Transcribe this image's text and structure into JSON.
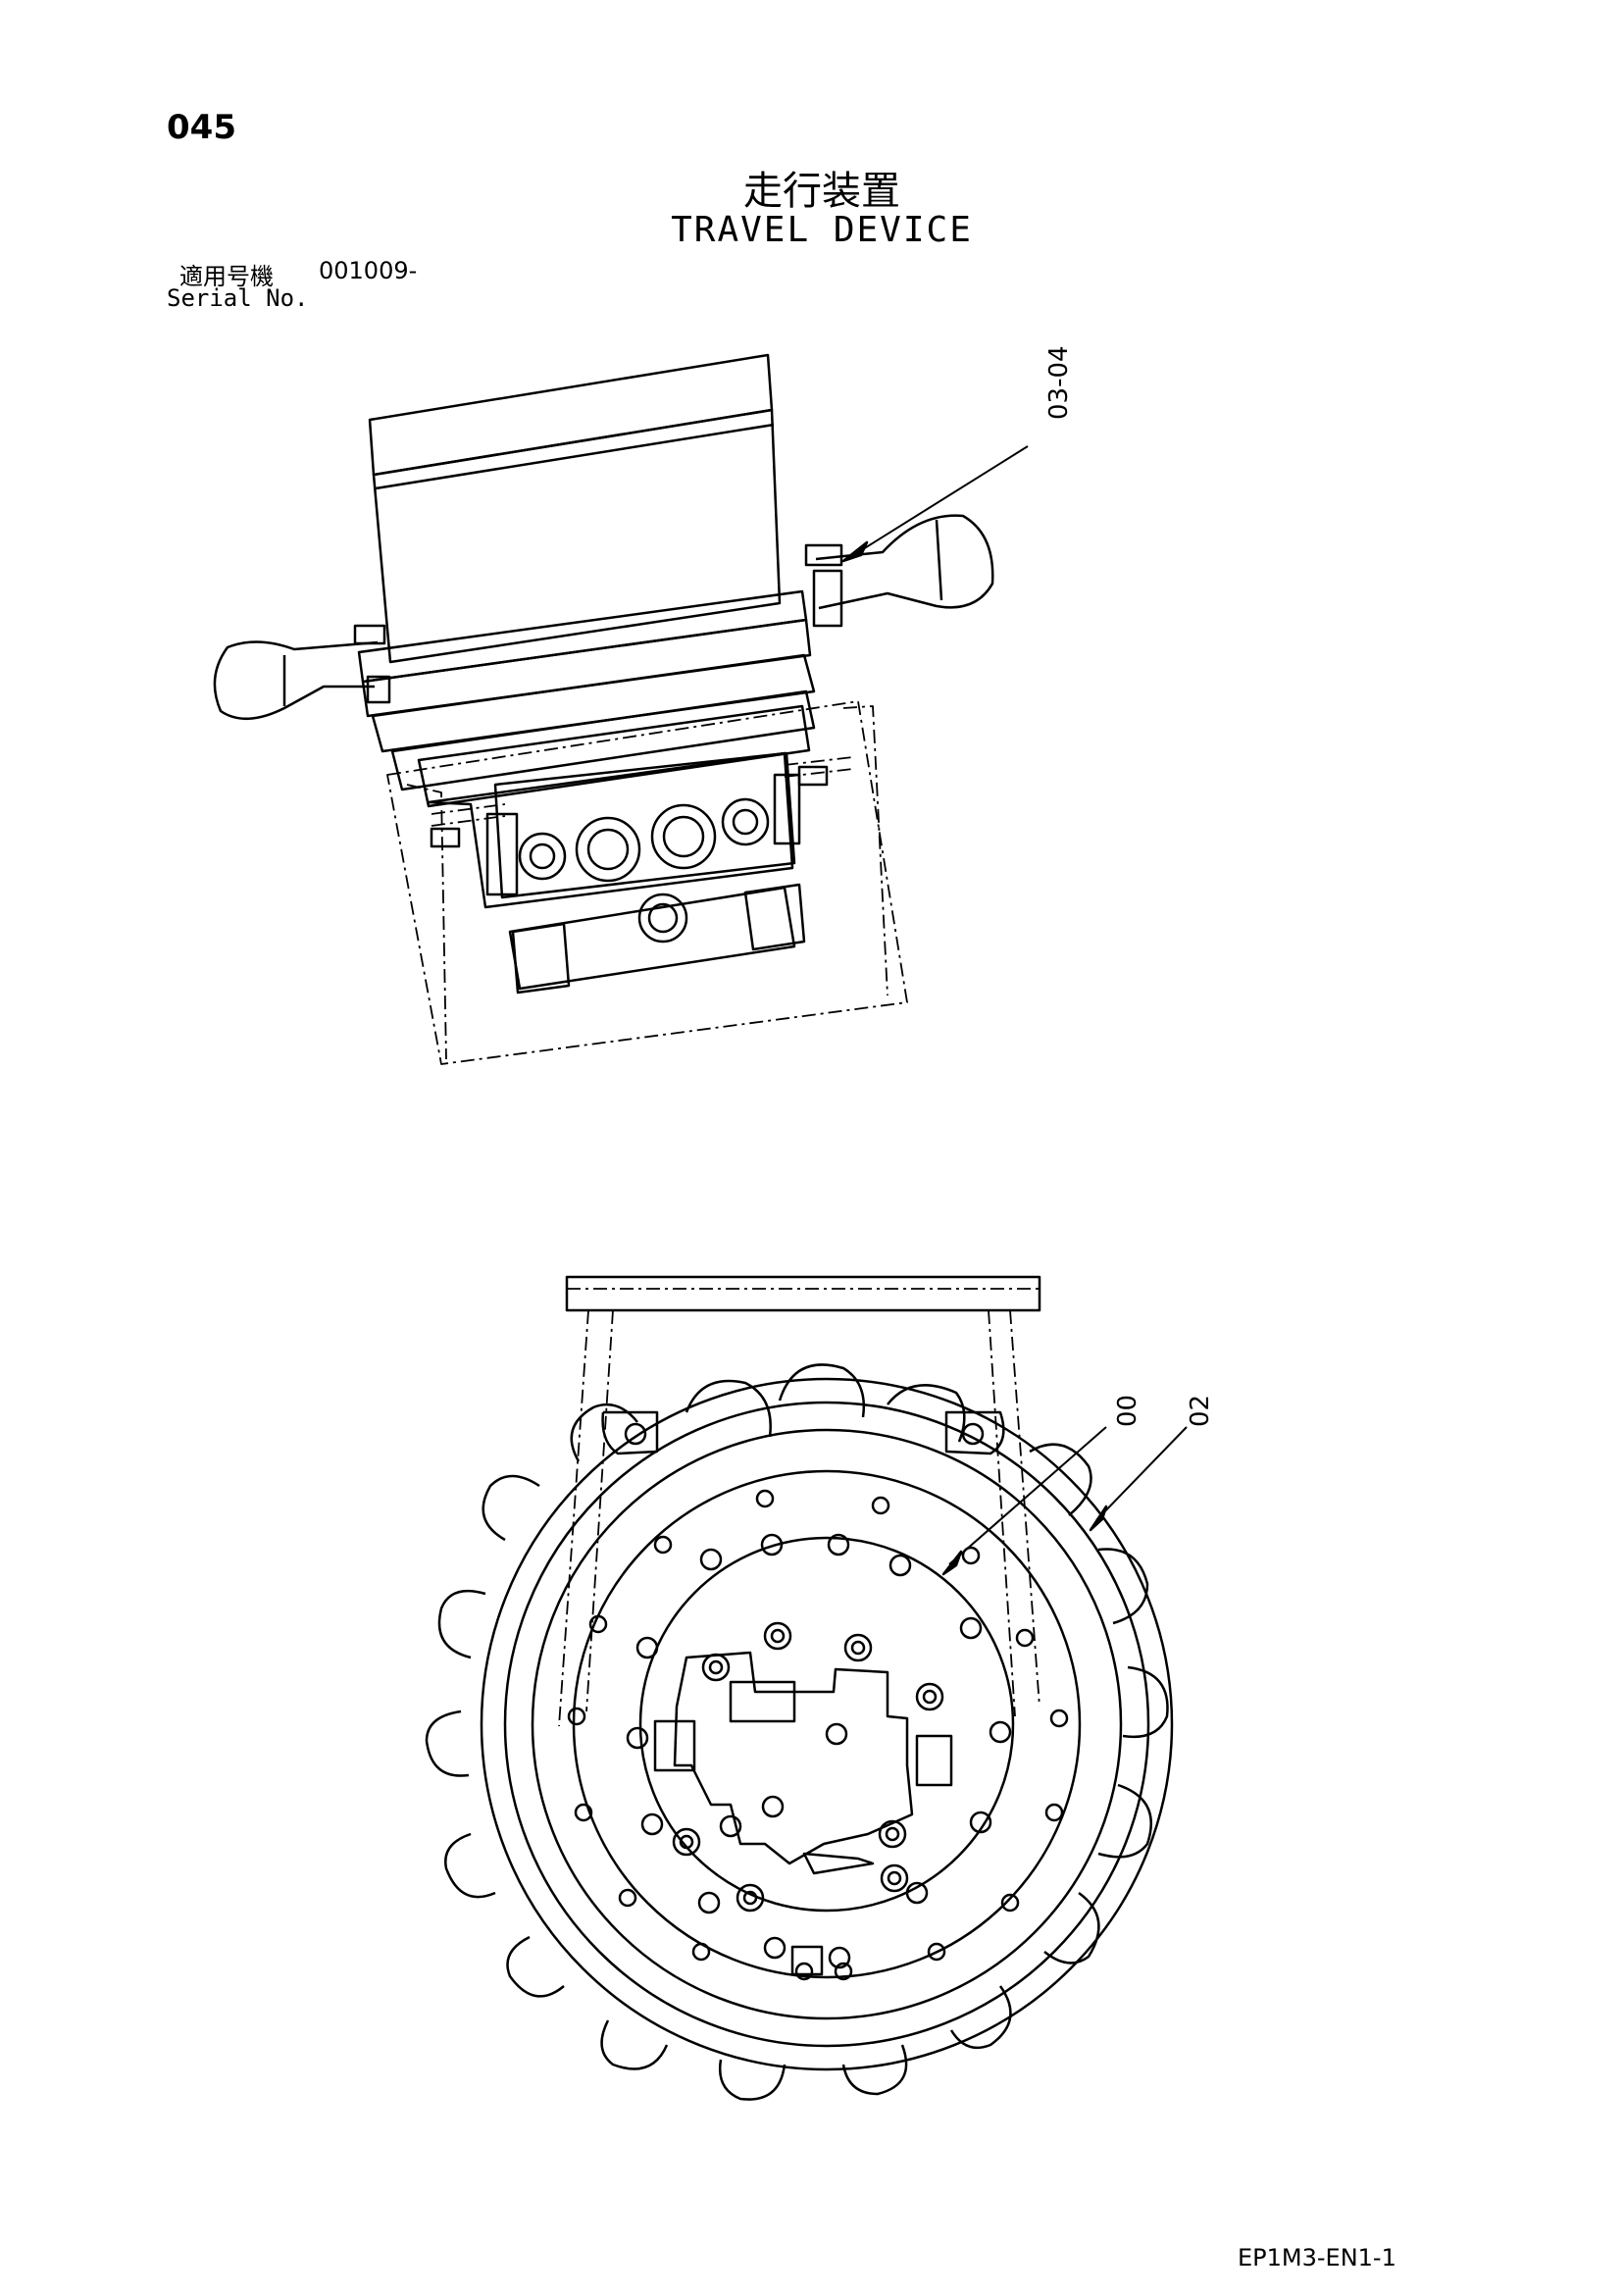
{
  "header": {
    "page_number": "045",
    "title_jp": "走行装置",
    "title_en": "TRAVEL DEVICE",
    "serial_label_jp": "適用号機",
    "serial_range": "001009-",
    "serial_label_en": "Serial No."
  },
  "callouts": {
    "upper": "03-04",
    "lower_left": "00",
    "lower_right": "02"
  },
  "footer": {
    "doc_code": "EP1M3-EN1-1"
  }
}
